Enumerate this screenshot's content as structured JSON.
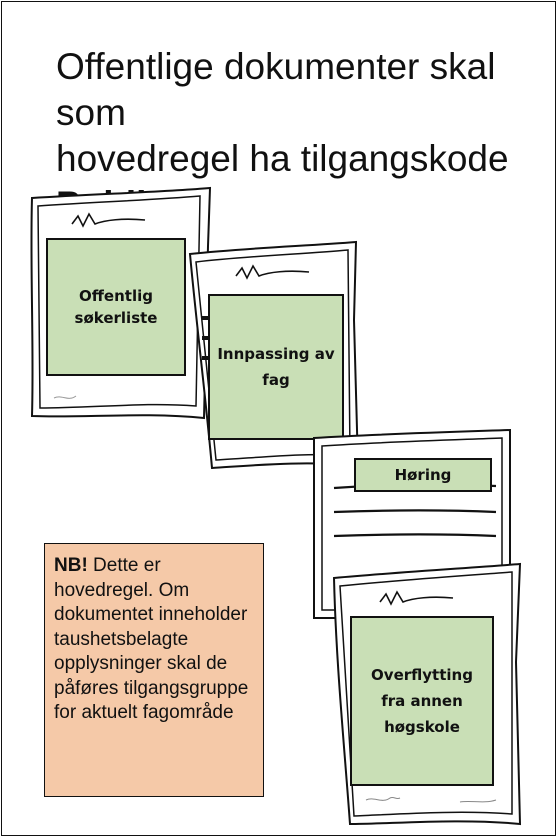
{
  "slide": {
    "title_line1": "Offentlige dokumenter skal som",
    "title_line2": "hovedregel ha tilgangskode",
    "title_bold": "Public"
  },
  "documents": [
    {
      "label": "Offentlig søkerliste"
    },
    {
      "label": "Innpassing av fag"
    },
    {
      "label": "Høring"
    },
    {
      "label": "Overflytting fra annen høgskole"
    }
  ],
  "note": {
    "prefix": "NB!",
    "text": " Dette er hovedregel. Om dokumentet inneholder taushetsbelagte opplysninger skal de påføres tilgangsgruppe for aktuelt fagområde"
  },
  "colors": {
    "card_fill": "#c9dfb6",
    "note_fill": "#f5c9a8"
  }
}
